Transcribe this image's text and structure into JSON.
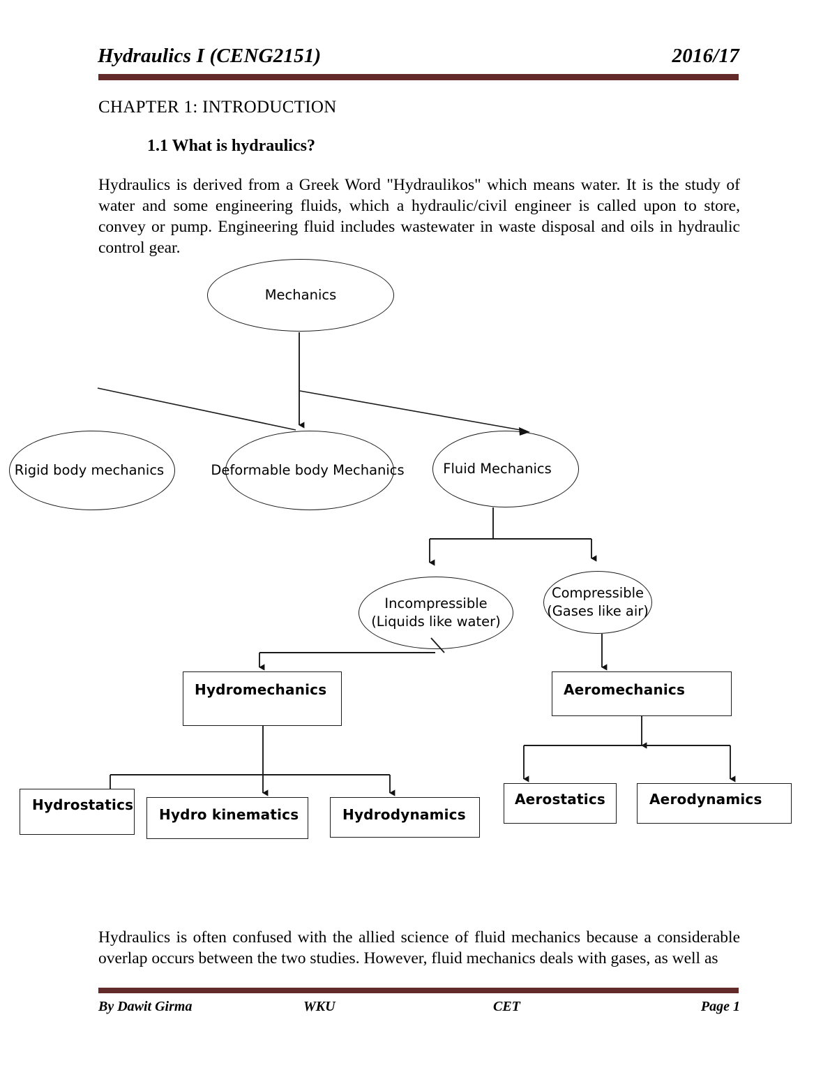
{
  "header": {
    "title": "Hydraulics I (CENG2151)",
    "year": "2016/17",
    "rule_color": "#632A2A"
  },
  "document": {
    "chapter_heading": "CHAPTER 1:  INTRODUCTION",
    "section_heading": "1.1 What is hydraulics?",
    "intro_paragraph": "Hydraulics is derived from a Greek Word \"Hydraulikos\" which means water. It is the study of water and some engineering fluids, which a hydraulic/civil engineer is called upon to store, convey or pump. Engineering fluid includes wastewater in waste disposal and oils in hydraulic control gear.",
    "closing_paragraph": "Hydraulics is often confused with the allied science of fluid mechanics because a considerable overlap occurs between the two studies. However, fluid mechanics deals with gases, as well as"
  },
  "diagram": {
    "nodes": {
      "mechanics": "Mechanics",
      "rigid_body": "Rigid body mechanics",
      "deformable_body": "Deformable body Mechanics",
      "fluid_mechanics": "Fluid Mechanics",
      "incompressible_line1": "Incompressible",
      "incompressible_line2": "(Liquids like water)",
      "compressible_line1": "Compressible",
      "compressible_line2": "(Gases like air)",
      "hydromechanics": "Hydromechanics",
      "aeromechanics": "Aeromechanics",
      "hydrostatics": "Hydrostatics",
      "hydro_kinematics": "Hydro kinematics",
      "hydrodynamics": "Hydrodynamics",
      "aerostatics": "Aerostatics",
      "aerodynamics": "Aerodynamics"
    },
    "stroke_color": "#1a1a1a"
  },
  "footer": {
    "author": "By Dawit Girma",
    "university": "WKU",
    "department": "CET",
    "page": "Page 1",
    "rule_color": "#632A2A"
  }
}
